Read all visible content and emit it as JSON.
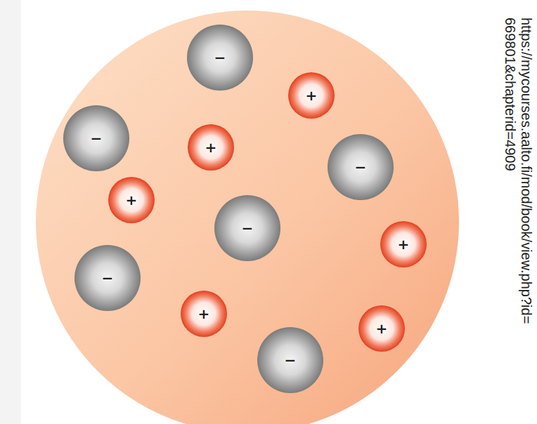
{
  "diagram": {
    "nodes": [
      {
        "text": [
          "−"
        ]
      },
      {
        "text": [
          "+"
        ]
      },
      {
        "text": [
          "−"
        ]
      },
      {
        "text": [
          "+"
        ]
      },
      {
        "text": [
          "−"
        ]
      },
      {
        "text": [
          "+"
        ]
      },
      {
        "text": [
          "−"
        ]
      },
      {
        "text": [
          "+"
        ]
      },
      {
        "text": [
          "−"
        ]
      },
      {
        "text": [
          "+"
        ]
      },
      {
        "text": [
          "+"
        ]
      },
      {
        "text": [
          "−"
        ]
      }
    ],
    "labels": [
      "https://mycourses.aalto.fi/mod/book/view.php?id= 669801&chapterid=4909"
    ]
  }
}
